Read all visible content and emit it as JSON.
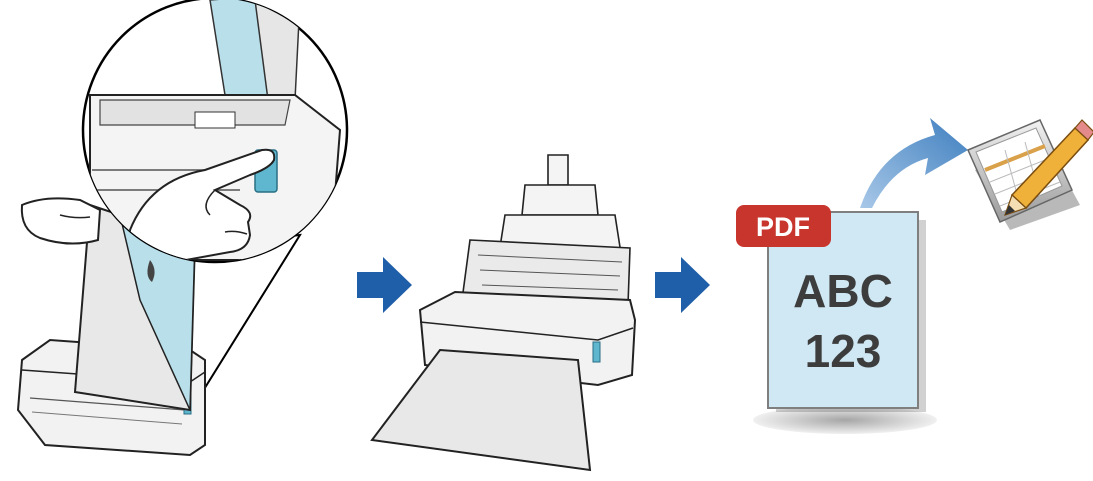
{
  "document": {
    "badge": "PDF",
    "lines": [
      "ABC",
      "123"
    ]
  },
  "colors": {
    "arrow": "#1f5ea8",
    "doc_fill": "#cfe8f3",
    "badge": "#c8352d",
    "curved_arrow": "#6a9fd0",
    "scanner_button": "#5fb7cf",
    "paper_tint": "#b9dfea"
  },
  "icons": {
    "step1": "scanner-button-press-illustration",
    "step2": "scanner-feeding-paper-illustration",
    "step3": "pdf-document-icon",
    "target": "spreadsheet-application-icon"
  }
}
